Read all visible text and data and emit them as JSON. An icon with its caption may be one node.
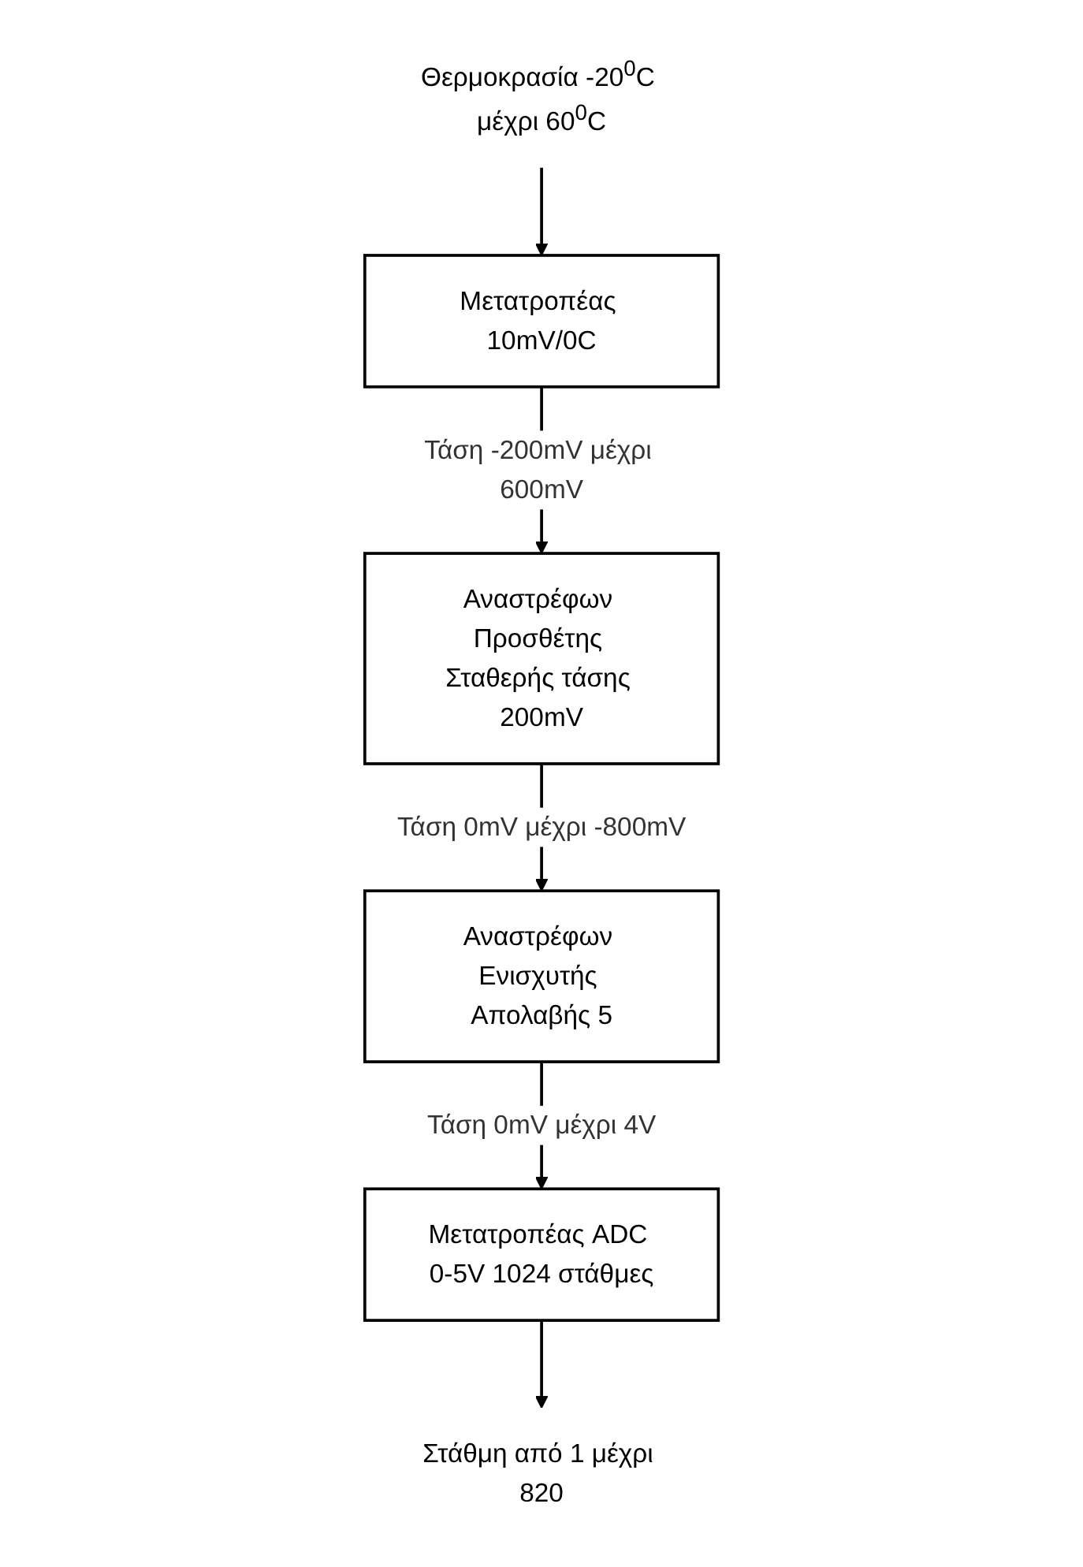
{
  "diagram": {
    "nodes": [
      {
        "text": [
          "Θερμοκρασία -20$^{0}$C μέχρι 60$^{0}$C"
        ]
      },
      {
        "text": [
          "Μετατροπέας 10mV/0C"
        ]
      },
      {
        "text": [
          "Αναστρέφων Προσθέτης Σταθερής τάσης 200mV"
        ]
      },
      {
        "text": [
          "Αναστρέφων Ενισχυτής Απολαβής 5"
        ]
      },
      {
        "text": [
          "Μετατροπέας ADC 0-5V 1024 στάθμες"
        ]
      },
      {
        "text": [
          "Στάθμη από 1 μέχρι 820"
        ]
      }
    ],
    "edges": [
      {
        "from": 0,
        "to": 1,
        "arrow": "to"
      },
      {
        "from": 1,
        "to": 2,
        "arrow": "to",
        "label": "Τάση -200mV μέχρι 600mV"
      },
      {
        "from": 2,
        "to": 3,
        "arrow": "to",
        "label": "Τάση 0mV μέχρι -800mV"
      },
      {
        "from": 3,
        "to": 4,
        "arrow": "to",
        "label": "Τάση 0mV μέχρι 4V"
      },
      {
        "from": 4,
        "to": 5,
        "arrow": "to"
      }
    ]
  }
}
